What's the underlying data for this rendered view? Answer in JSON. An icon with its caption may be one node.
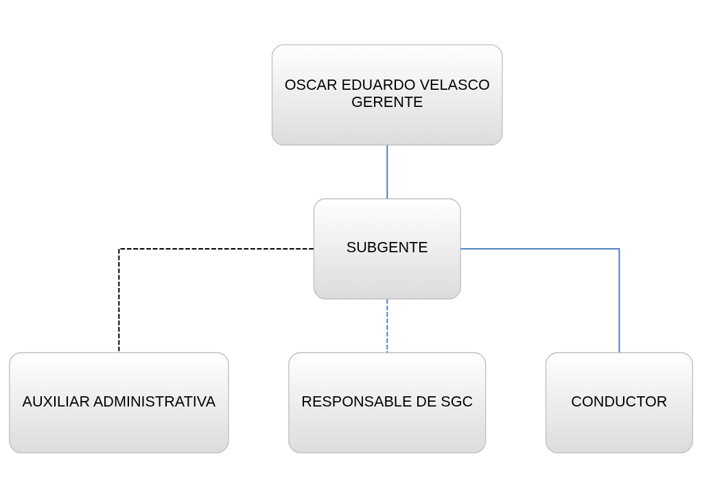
{
  "diagram": {
    "nodes": [
      {
        "text": [
          "OSCAR EDUARDO VELASCO",
          "GERENTE"
        ]
      },
      {
        "text": [
          "SUBGENTE"
        ]
      },
      {
        "text": [
          "AUXILIAR ADMINISTRATIVA"
        ]
      },
      {
        "text": [
          "RESPONSABLE DE SGC"
        ]
      },
      {
        "text": [
          "CONDUCTOR"
        ]
      }
    ],
    "edges": [
      {
        "from": 0,
        "to": 1,
        "arrow": "none"
      },
      {
        "from": 1,
        "to": 2,
        "arrow": "none",
        "style": "dashed",
        "color": "#000000"
      },
      {
        "from": 1,
        "to": 3,
        "arrow": "none",
        "style": "dashed"
      },
      {
        "from": 1,
        "to": 4,
        "arrow": "none"
      }
    ]
  }
}
